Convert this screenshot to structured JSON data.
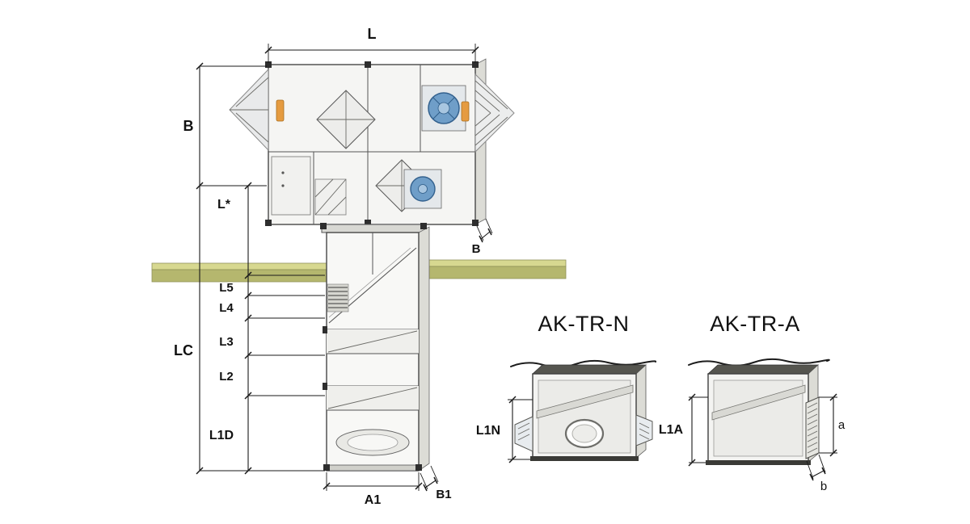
{
  "diagram": {
    "type": "technical-dimension-drawing",
    "colors": {
      "accent": "#2a8193",
      "label": "#111111",
      "roof_top": "#d7d890",
      "roof_face": "#b5b76e",
      "fan_blue": "#6f9ec8",
      "motor_orange": "#e59b40"
    },
    "main_unit": {
      "dim_width": "L",
      "dim_depth_side": "B"
    },
    "left_dims": {
      "b": "B",
      "l_star": "L*",
      "lc": "LC",
      "l5": "L5",
      "l4": "L4",
      "l3": "L3",
      "l2": "L2",
      "l1d": "L1D"
    },
    "bottom_dims": {
      "a1": "A1",
      "b1": "B1"
    },
    "variants": [
      {
        "title": "AK-TR-N",
        "dim": "L1N"
      },
      {
        "title": "AK-TR-A",
        "dim": "L1A",
        "dim_a": "a",
        "dim_b": "b"
      }
    ]
  }
}
